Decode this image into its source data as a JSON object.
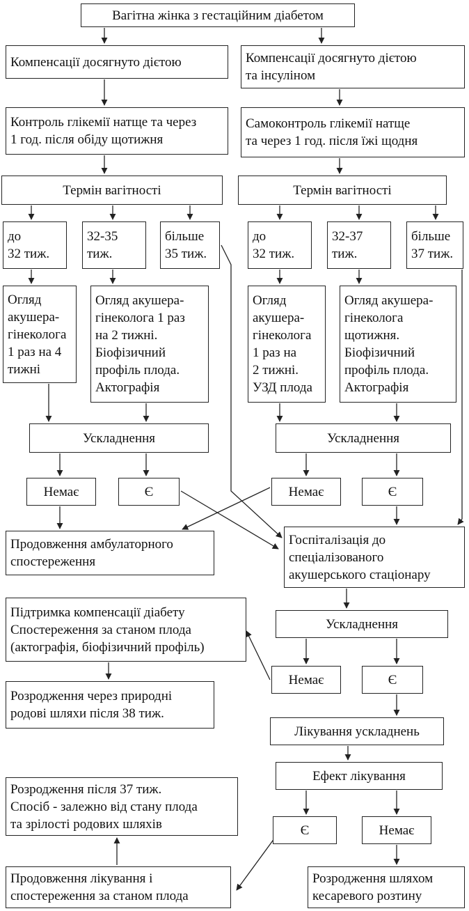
{
  "nodes": {
    "root": "Вагітна жінка з гестаційним діабетом",
    "comp_diet": "Компенсації досягнуто дієтою",
    "comp_diet_insulin": "Компенсації досягнуто дієтою\nта інсуліном",
    "glyc_weekly": "Контроль глікемії натще та через\n1 год. після обіду щотижня",
    "glyc_daily": "Самоконтроль глікемії натще\nта через 1 год. після їжі щодня",
    "term_left": "Термін вагітності",
    "term_right": "Термін вагітності",
    "l_lt32": "до\n32 тиж.",
    "l_32_35": "32-35\nтиж.",
    "l_gt35": "більше\n35 тиж.",
    "r_lt32": "до\n32 тиж.",
    "r_32_37": "32-37\nтиж.",
    "r_gt37": "більше\n37 тиж.",
    "l_exam4": "Огляд\nакушера-\nгінеколога\n1 раз на 4\nтижні",
    "l_exam2": "Огляд акушера-\nгінеколога 1 раз\nна 2 тижні.\nБіофізичний\nпрофіль плода.\nАктографія",
    "r_exam2": "Огляд\nакушера-\nгінеколога\n1 раз на\n2 тижні.\nУЗД плода",
    "r_weekly": "Огляд акушера-\nгінеколога\nщотижня.\nБіофізичний\nпрофіль плода.\nАктографія",
    "l_compl": "Ускладнення",
    "r_compl": "Ускладнення",
    "l_none": "Немає",
    "l_yes": "Є",
    "r_none": "Немає",
    "r_yes": "Є",
    "ambulatory": "Продовження амбулаторного\nспостереження",
    "hospital": "Госпіталізація до\nспеціалізованого\nакушерського стаціонару",
    "support": "Підтримка компенсації діабету\nСпостереження за станом плода\n(актографія, біофізичний профіль)",
    "h_compl": "Ускладнення",
    "h_none": "Немає",
    "h_yes": "Є",
    "natural_birth": "Розродження через природні\nродові шляхи після 38 тиж.",
    "treat": "Лікування ускладнень",
    "effect": "Ефект лікування",
    "e_yes": "Є",
    "e_none": "Немає",
    "birth37": "Розродження після 37 тиж.\nСпосіб - залежно від стану плода\nта зрілості родових шляхів",
    "continue_treat": "Продовження лікування і\nспостереження за станом плода",
    "cesarean": "Розродження шляхом\nкесаревого розтину"
  },
  "colors": {
    "line": "#222222",
    "text": "#111111",
    "background": "#ffffff"
  }
}
